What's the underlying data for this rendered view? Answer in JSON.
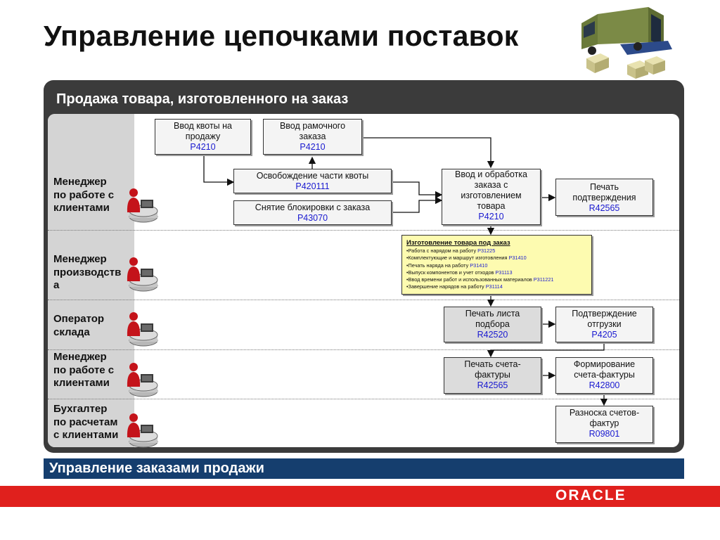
{
  "title": "Управление цепочками поставок",
  "panel_title": "Продажа товара, изготовленного на заказ",
  "footer_title": "Управление заказами продажи",
  "brand": "ORACLE",
  "roles": [
    {
      "line1": "Менеджер",
      "line2": "по работе с",
      "line3": "клиентами"
    },
    {
      "line1": "Менеджер",
      "line2": "производств",
      "line3": "а"
    },
    {
      "line1": "Оператор",
      "line2": "склада",
      "line3": ""
    },
    {
      "line1": "Менеджер",
      "line2": "по работе с",
      "line3": "клиентами"
    },
    {
      "line1": "Бухгалтер",
      "line2": "по расчетам",
      "line3": "с клиентами"
    }
  ],
  "boxes": {
    "quota": {
      "l1": "Ввод квоты на",
      "l2": "продажу",
      "code": "P4210"
    },
    "blanket": {
      "l1": "Ввод рамочного",
      "l2": "заказа",
      "code": "P4210"
    },
    "release": {
      "l1": "Освобождение части квоты",
      "code": "P420111"
    },
    "hold": {
      "l1": "Снятие блокировки с заказа",
      "code": "P43070"
    },
    "order": {
      "l1": "Ввод и обработка",
      "l2": "заказа с",
      "l3": "изготовлением",
      "l4": "товара",
      "code": "P4210"
    },
    "confirm_print": {
      "l1": "Печать",
      "l2": "подтверждения",
      "code": "R42565"
    },
    "pick": {
      "l1": "Печать листа",
      "l2": "подбора",
      "code": "R42520"
    },
    "ship": {
      "l1": "Подтверждение",
      "l2": "отгрузки",
      "code": "P4205"
    },
    "invoice_print": {
      "l1": "Печать счета-",
      "l2": "фактуры",
      "code": "R42565"
    },
    "invoice_gen": {
      "l1": "Формирование",
      "l2": "счета-фактуры",
      "code": "R42800"
    },
    "invoice_post": {
      "l1": "Разноска счетов-",
      "l2": "фактур",
      "code": "R09801"
    }
  },
  "manufacturing": {
    "title": "Изготовление товара под заказ",
    "items": [
      {
        "text": "•Работа с нарядом на работу",
        "code": "P31225"
      },
      {
        "text": "•Комплектующие и маршрут изготовления",
        "code": "P31410"
      },
      {
        "text": "•Печать наряда на работу",
        "code": "P31410"
      },
      {
        "text": "•Выпуск компонентов и учет отходов",
        "code": "P31113"
      },
      {
        "text": "•Ввод времени работ и использованных материалов",
        "code": "P311221"
      },
      {
        "text": "•Завершение нарядов на работу",
        "code": "P31114"
      }
    ]
  },
  "colors": {
    "panel": "#3b3b3b",
    "footer": "#153e6e",
    "brand_band": "#e0201d",
    "code_text": "#1a1ad0",
    "highlight": "#fdfbb0"
  }
}
